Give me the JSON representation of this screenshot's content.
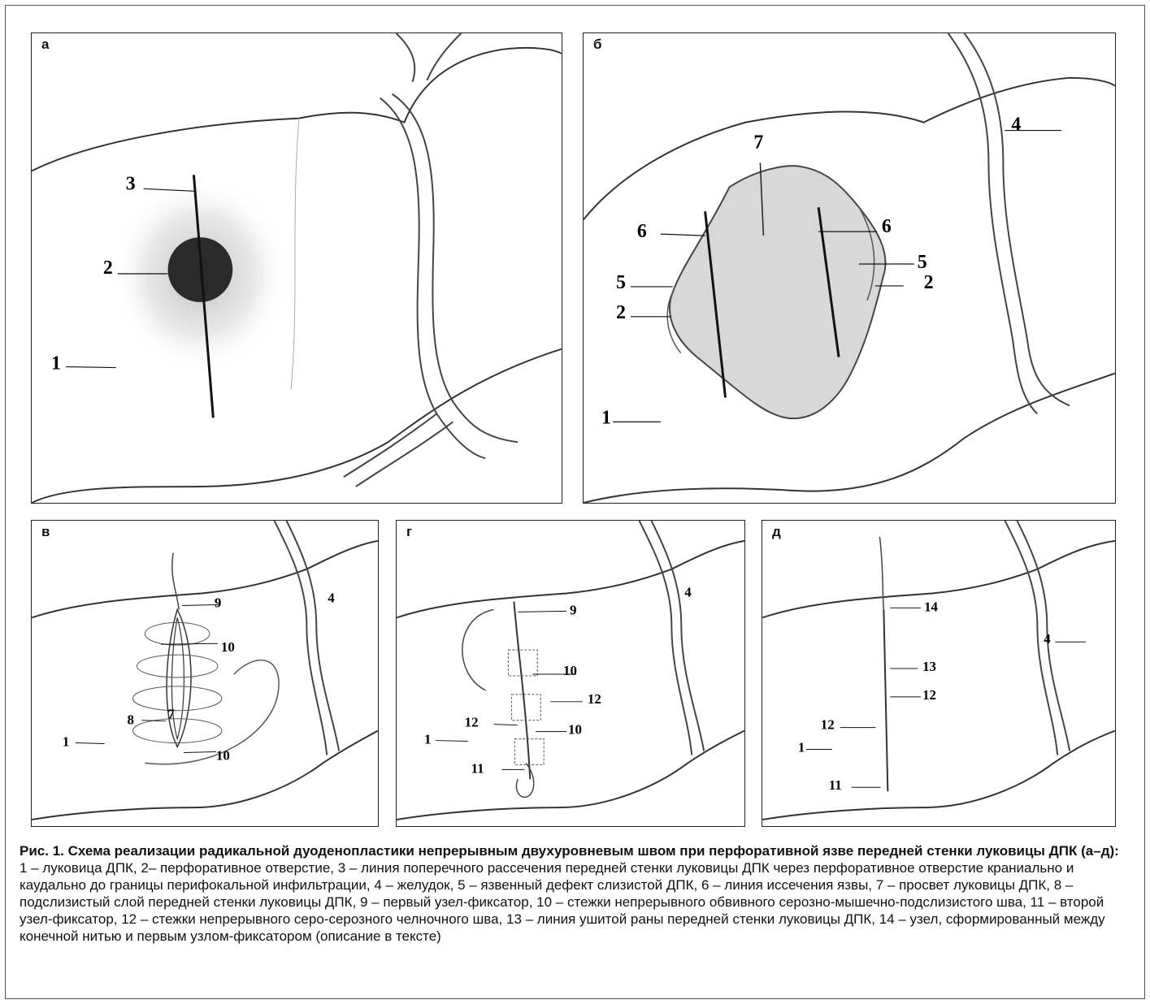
{
  "panels": {
    "a": {
      "label": "а",
      "n1": "1",
      "n2": "2",
      "n3": "3"
    },
    "b": {
      "label": "б",
      "n1": "1",
      "n2a": "2",
      "n2b": "2",
      "n4": "4",
      "n5a": "5",
      "n5b": "5",
      "n6a": "6",
      "n6b": "6",
      "n7": "7"
    },
    "v": {
      "label": "в",
      "n1": "1",
      "n4": "4",
      "n7": "7",
      "n8": "8",
      "n9": "9",
      "n10a": "10",
      "n10b": "10"
    },
    "g": {
      "label": "г",
      "n1": "1",
      "n4": "4",
      "n9": "9",
      "n10a": "10",
      "n10b": "10",
      "n11": "11",
      "n12a": "12",
      "n12b": "12"
    },
    "d": {
      "label": "д",
      "n1": "1",
      "n4": "4",
      "n11": "11",
      "n12a": "12",
      "n12b": "12",
      "n13": "13",
      "n14": "14"
    }
  },
  "caption": {
    "title": "Рис. 1. Схема реализации радикальной дуоденопластики непрерывным двухуровневым швом при перфоративной язве передней стенки луковицы ДПК (а–д):",
    "body": "1 – луковица ДПК, 2– перфоративное отверстие, 3 – линия поперечного рассечения передней стенки луковицы ДПК через перфоративное отверстие краниально и каудально до границы перифокальной инфильтрации, 4 – желудок, 5 – язвенный дефект слизистой ДПК, 6 – линия иссечения язвы, 7 – просвет луковицы ДПК, 8 – подслизистый слой передней стенки луковицы ДПК, 9 – первый узел-фиксатор, 10 – стежки непрерывного обвивного серозно-мышечно-подслизистого шва, 11 – второй узел-фиксатор, 12 – стежки непрерывного серо-серозного челночного шва, 13 – линия ушитой раны передней стенки луковицы ДПК, 14 – узел, сформированный между конечной нитью и первым узлом-фиксатором (описание в тексте)"
  }
}
